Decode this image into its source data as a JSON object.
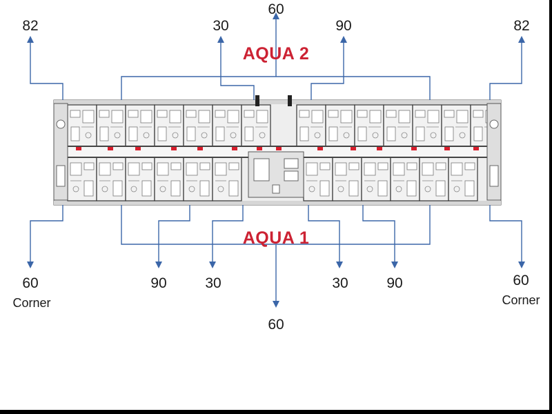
{
  "labels": {
    "top_center": "60",
    "top_left": "82",
    "top_right": "82",
    "top_30": "30",
    "top_90": "90",
    "bottom_left": "60",
    "bottom_left_sub": "Corner",
    "bottom_right": "60",
    "bottom_right_sub": "Corner",
    "bottom_90_left": "90",
    "bottom_30_left": "30",
    "bottom_30_right": "30",
    "bottom_90_right": "90",
    "bottom_center": "60"
  },
  "titles": {
    "aqua2": "AQUA 2",
    "aqua1": "AQUA 1"
  },
  "colors": {
    "line": "#3b66a8",
    "title": "#cc2233",
    "plan_fill": "#e6e6e6",
    "plan_wall": "#333333",
    "plan_marker": "#d81e2c"
  }
}
